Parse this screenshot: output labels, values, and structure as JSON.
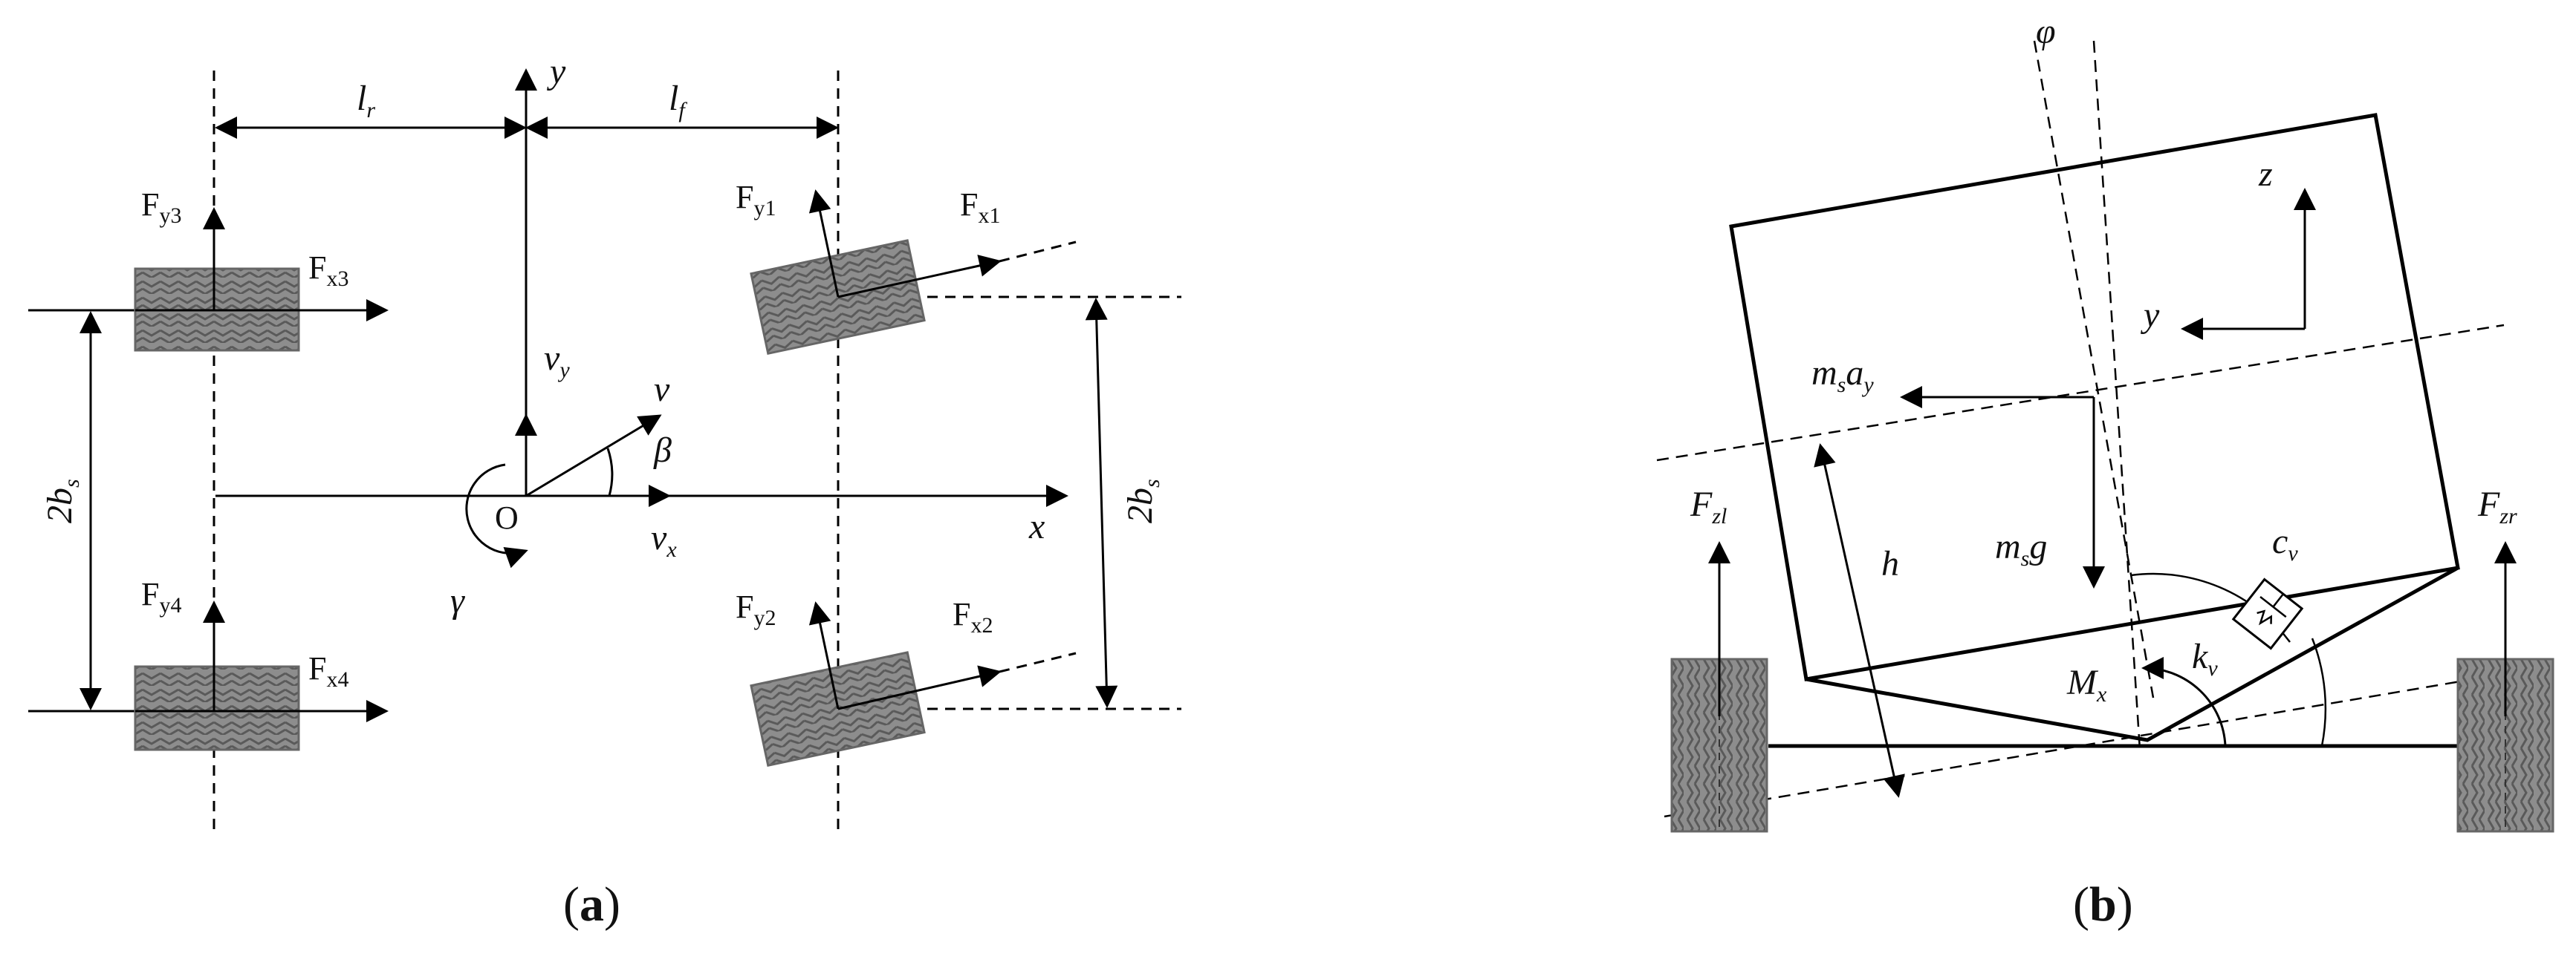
{
  "panels": {
    "a": {
      "caption_prefix": "(",
      "caption_letter": "a",
      "caption_suffix": ")",
      "labels": {
        "lr": "l",
        "lr_sub": "r",
        "lf": "l",
        "lf_sub": "f",
        "y": "y",
        "x": "x",
        "O": "O",
        "vy": "v",
        "vy_sub": "y",
        "vx": "v",
        "vx_sub": "x",
        "v": "v",
        "beta": "β",
        "gamma": "γ",
        "twobs_left": "2b",
        "twobs_left_sub": "s",
        "twobs_right": "2b",
        "twobs_right_sub": "s",
        "Fy1": "F",
        "Fy1_sub": "y1",
        "Fx1": "F",
        "Fx1_sub": "x1",
        "Fy2": "F",
        "Fy2_sub": "y2",
        "Fx2": "F",
        "Fx2_sub": "x2",
        "Fy3": "F",
        "Fy3_sub": "y3",
        "Fx3": "F",
        "Fx3_sub": "x3",
        "Fy4": "F",
        "Fy4_sub": "y4",
        "Fx4": "F",
        "Fx4_sub": "x4"
      }
    },
    "b": {
      "caption_prefix": "(",
      "caption_letter": "b",
      "caption_suffix": ")",
      "labels": {
        "phi": "φ",
        "z": "z",
        "y": "y",
        "msay_m": "m",
        "msay_s": "s",
        "msay_a": "a",
        "msay_y": "y",
        "msg_m": "m",
        "msg_s": "s",
        "msg_g": "g",
        "h": "h",
        "Fzl": "F",
        "Fzl_sub": "zl",
        "Fzr": "F",
        "Fzr_sub": "zr",
        "cv": "c",
        "cv_sub": "v",
        "kv": "k",
        "kv_sub": "v",
        "Mx": "M",
        "Mx_sub": "x"
      }
    }
  }
}
